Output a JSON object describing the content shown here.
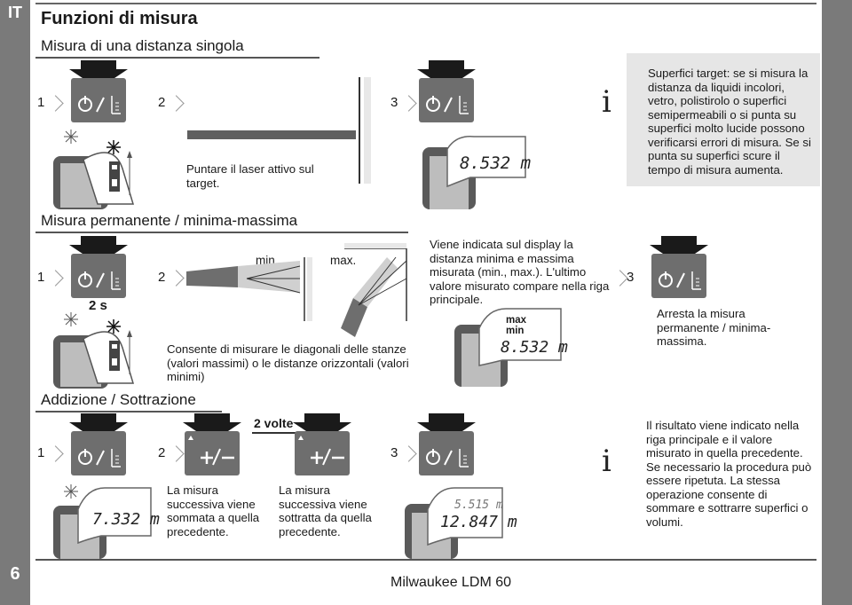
{
  "sidebar": {
    "lang": "IT",
    "page_number": "6"
  },
  "title": "Funzioni di misura",
  "section1": {
    "heading": "Misura di una distanza singola",
    "steps": [
      "1",
      "2",
      "3"
    ],
    "step2_text": "Puntare il laser attivo sul target.",
    "display_value": "8.532 m",
    "info_icon": "info-i-icon",
    "info_text": "Superfici target: se si misura la distanza da liquidi incolori, vetro, polistirolo o superfici semipermeabili o si punta su superfici molto lucide possono verificarsi errori di misura. Se si punta su superfici scure il tempo di misura aumenta."
  },
  "section2": {
    "heading": "Misura permanente / minima-massima",
    "steps": [
      "1",
      "2",
      "3"
    ],
    "hold_label": "2 s",
    "min_label": "min.",
    "max_label": "max.",
    "step2_text": "Consente di misurare le diagonali delle stanze (valori massimi) o le distanze orizzontali (valori minimi)",
    "display_text": "Viene indicata sul display la distanza minima e massima misurata (min., max.). L'ultimo valore misurato compare nella riga principale.",
    "display_max": "max",
    "display_min": "min",
    "display_value": "8.532 m",
    "step3_text": "Arresta la misura permanente / minima-massima."
  },
  "section3": {
    "heading": "Addizione / Sottrazione",
    "steps": [
      "1",
      "2",
      "3"
    ],
    "times_label": "2 volte",
    "display_value1": "7.332 m",
    "add_text": "La misura successiva viene sommata a quella precedente.",
    "sub_text": "La misura successiva viene sottratta da quella precedente.",
    "display_small": "5.515 m",
    "display_big": "12.847 m",
    "info_text": "Il risultato viene indicato nella riga principale e il valore misurato in quella precedente. Se necessario la procedura può essere ripetuta. La stessa operazione consente di sommare e sottrarre superfici o volumi."
  },
  "footer": {
    "product": "Milwaukee LDM 60"
  },
  "colors": {
    "sidebar": "#7a7a7a",
    "key": "#6e6e6e",
    "info_bg": "#e6e6e6",
    "device": "#5a5a5a"
  }
}
